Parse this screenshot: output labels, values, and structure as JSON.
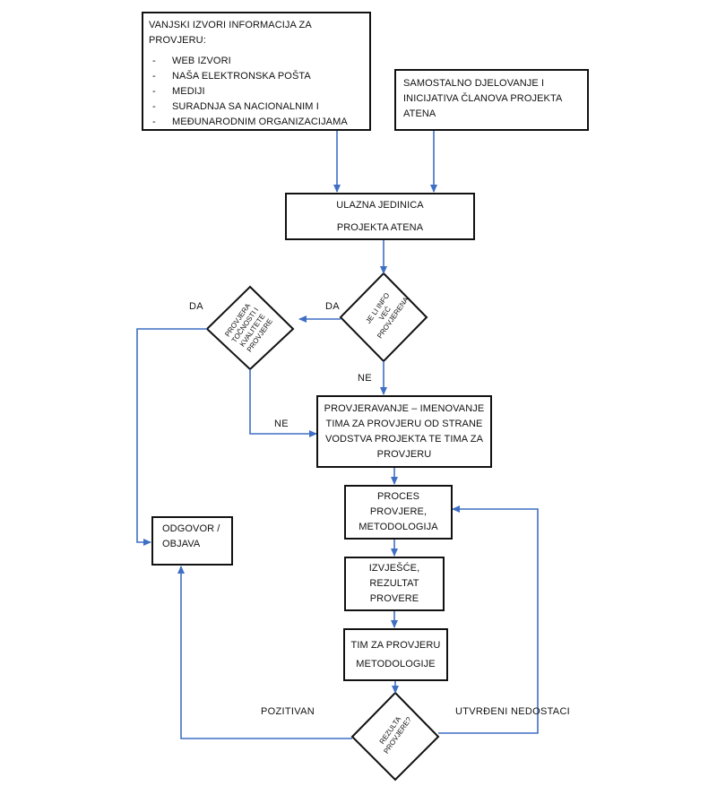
{
  "boxes": {
    "external_sources": {
      "title": "VANJSKI IZVORI INFORMACIJA ZA PROVJERU:",
      "items": [
        "WEB IZVORI",
        "NAŠA ELEKTRONSKA POŠTA",
        "MEDIJI",
        "SURADNJA SA NACIONALNIM I",
        "MEĐUNARODNIM ORGANIZACIJAMA"
      ]
    },
    "self_initiative": {
      "lines": [
        "SAMOSTALNO DJELOVANJE I",
        "INICIJATIVA ČLANOVA PROJEKTA",
        "ATENA"
      ]
    },
    "entry_unit": {
      "line1": "ULAZNA JEDINICA",
      "line2": "PROJEKTA ATENA"
    },
    "checking": {
      "lines": [
        "PROVJERAVANJE – IMENOVANJE",
        "TIMA ZA PROVJERU OD STRANE",
        "VODSTVA PROJEKTA TE TIMA ZA",
        "PROVJERU"
      ]
    },
    "process": {
      "lines": [
        "PROCES",
        "PROVJERE,",
        "METODOLOGIJA"
      ]
    },
    "report": {
      "lines": [
        "IZVJEŠĆE,",
        "REZULTAT",
        "PROVERE"
      ]
    },
    "team": {
      "lines": [
        "TIM ZA PROVJERU",
        "METODOLOGIJE"
      ]
    },
    "answer": {
      "lines": [
        "ODGOVOR /",
        "OBJAVA"
      ]
    }
  },
  "decisions": {
    "already_checked": {
      "lines": [
        "JE LI INFO",
        "VEĆ",
        "PROVJERENA"
      ]
    },
    "accuracy_check": {
      "lines": [
        "PROVJERA",
        "TOČNOSTI I",
        "KVALITETE",
        "PROVJERE"
      ]
    },
    "result_check": {
      "lines": [
        "REZULTA",
        "PROVJERE?"
      ]
    }
  },
  "edge_labels": {
    "da_top_right": "DA",
    "da_top_left": "DA",
    "ne_down": "NE",
    "ne_left": "NE",
    "positive": "POZITIVAN",
    "defects": "UTVRĐENI NEDOSTACI"
  },
  "colors": {
    "arrow": "#3f6fc4",
    "border": "#111111"
  }
}
